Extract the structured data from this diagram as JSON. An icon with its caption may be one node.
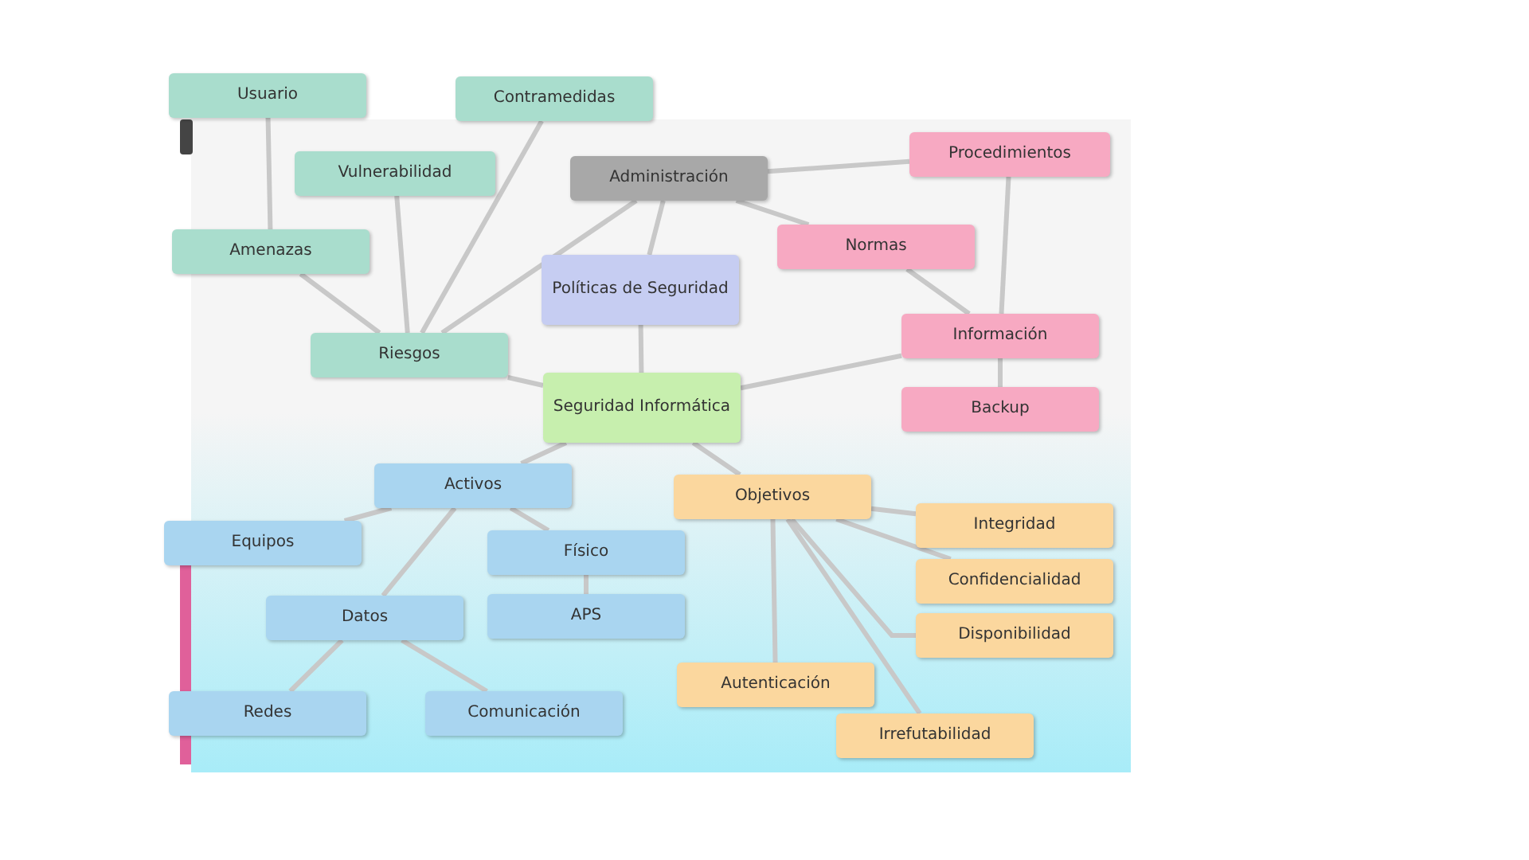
{
  "diagram": {
    "nodes": [
      {
        "text": [
          "Usuario"
        ]
      },
      {
        "text": [
          "Contramedidas"
        ]
      },
      {
        "text": [
          "Procedimientos"
        ]
      },
      {
        "text": [
          "Vulnerabilidad"
        ]
      },
      {
        "text": [
          "Administración"
        ]
      },
      {
        "text": [
          "Normas"
        ]
      },
      {
        "text": [
          "Amenazas"
        ]
      },
      {
        "text": [
          "Políticas de Seguridad"
        ]
      },
      {
        "text": [
          "Información"
        ]
      },
      {
        "text": [
          "Riesgos"
        ]
      },
      {
        "text": [
          "Seguridad Informática"
        ]
      },
      {
        "text": [
          "Backup"
        ]
      },
      {
        "text": [
          "Activos"
        ]
      },
      {
        "text": [
          "Objetivos"
        ]
      },
      {
        "text": [
          "Equipos"
        ]
      },
      {
        "text": [
          "Integridad"
        ]
      },
      {
        "text": [
          "Físico"
        ]
      },
      {
        "text": [
          "Confidencialidad"
        ]
      },
      {
        "text": [
          "Datos"
        ]
      },
      {
        "text": [
          "APS"
        ]
      },
      {
        "text": [
          "Disponibilidad"
        ]
      },
      {
        "text": [
          "Autenticación"
        ]
      },
      {
        "text": [
          "Redes"
        ]
      },
      {
        "text": [
          "Comunicación"
        ]
      },
      {
        "text": [
          "Irrefutabilidad"
        ]
      }
    ],
    "edges": [
      {
        "from": 0,
        "to": 6,
        "arrow": "none"
      },
      {
        "from": 6,
        "to": 9,
        "arrow": "none"
      },
      {
        "from": 3,
        "to": 9,
        "arrow": "none"
      },
      {
        "from": 1,
        "to": 9,
        "arrow": "none"
      },
      {
        "from": 4,
        "to": 9,
        "arrow": "none"
      },
      {
        "from": 4,
        "to": 7,
        "arrow": "none"
      },
      {
        "from": 4,
        "to": 2,
        "arrow": "none"
      },
      {
        "from": 4,
        "to": 5,
        "arrow": "none"
      },
      {
        "from": 5,
        "to": 8,
        "arrow": "none"
      },
      {
        "from": 2,
        "to": 8,
        "arrow": "none"
      },
      {
        "from": 8,
        "to": 11,
        "arrow": "none"
      },
      {
        "from": 7,
        "to": 10,
        "arrow": "none"
      },
      {
        "from": 10,
        "to": 8,
        "arrow": "none"
      },
      {
        "from": 9,
        "to": 10,
        "arrow": "none"
      },
      {
        "from": 10,
        "to": 12,
        "arrow": "none"
      },
      {
        "from": 10,
        "to": 13,
        "arrow": "none"
      },
      {
        "from": 12,
        "to": 14,
        "arrow": "none"
      },
      {
        "from": 12,
        "to": 18,
        "arrow": "none"
      },
      {
        "from": 12,
        "to": 16,
        "arrow": "none"
      },
      {
        "from": 16,
        "to": 19,
        "arrow": "none"
      },
      {
        "from": 18,
        "to": 22,
        "arrow": "none"
      },
      {
        "from": 18,
        "to": 23,
        "arrow": "none"
      },
      {
        "from": 13,
        "to": 15,
        "arrow": "none"
      },
      {
        "from": 13,
        "to": 17,
        "arrow": "none"
      },
      {
        "from": 13,
        "to": 20,
        "arrow": "none"
      },
      {
        "from": 13,
        "to": 21,
        "arrow": "none"
      },
      {
        "from": 13,
        "to": 24,
        "arrow": "none"
      }
    ]
  }
}
